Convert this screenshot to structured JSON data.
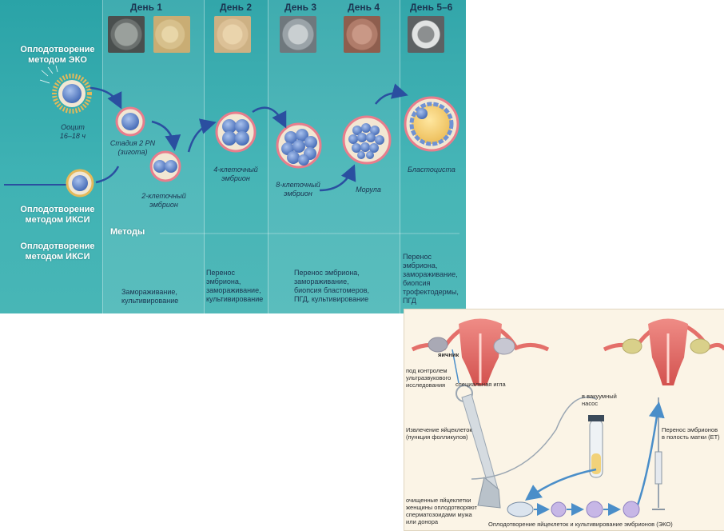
{
  "panel1": {
    "days": [
      "День 1",
      "День 2",
      "День 3",
      "День 4",
      "День 5–6"
    ],
    "side_labels": {
      "eco": "Оплодотворение методом ЭКО",
      "icsi": "Оплодотворение методом ИКСИ",
      "icsi_bottom": "Оплодотворение методом ИКСИ"
    },
    "stage_labels": {
      "oocyte": "Ооцит\n16–18 ч",
      "stage_2pn": "Стадия 2 PN\n(зигота)",
      "two_cell": "2-клеточный\nэмбрион",
      "four_cell": "4-клеточный\nэмбрион",
      "eight_cell": "8-клеточный\nэмбрион",
      "morula": "Морула",
      "blastocyst": "Бластоциста"
    },
    "methods_title": "Методы",
    "methods": {
      "day1": "Замораживание,\nкультивирование",
      "day2": "Перенос\nэмбриона,\nзамораживание,\nкультивирование",
      "day3_4": "Перенос эмбриона,\nзамораживание,\nбиопсия бластомеров,\nПГД, культивирование",
      "day5_6": "Перенос\nэмбриона,\nзамораживание,\nбиопсия\nтрофектодермы,\nПГД"
    },
    "colors": {
      "background": "#3aaeb1",
      "text_dark": "#1b3350",
      "arrow": "#2a4fa0",
      "cell_blue": "#5f86c9",
      "cell_ring": "#e77d8c"
    }
  },
  "panel2": {
    "labels": {
      "ovary": "яичник",
      "ultrasound": "под контролем\nультразвукового\nисследования",
      "needle": "специальная игла",
      "vacuum": "в вакуумный\nнасос",
      "retrieval": "Извлечение яйцеклеток\n(пункция фолликулов)",
      "transfer": "Перенос эмбрионов\nв полость матки (ET)",
      "fertilized": "очищенные яйцеклетки\nженщины оплодотворяют\nсперматозоидами мужа\nили донора",
      "culture": "Оплодотворение яйцеклеток и культивирование эмбрионов (ЭКО)"
    },
    "colors": {
      "background": "#fbf4e6",
      "uterus": "#e46f6a",
      "arrow": "#4a8ec9",
      "ovary": "#a9a9b5"
    }
  }
}
